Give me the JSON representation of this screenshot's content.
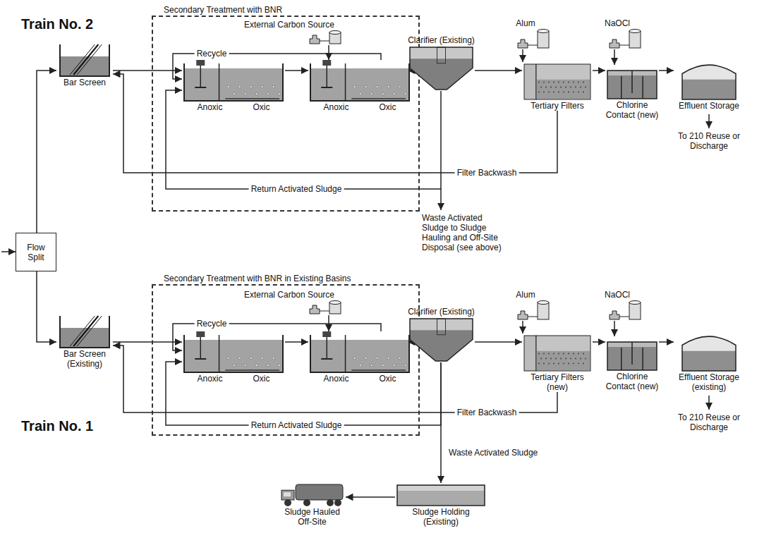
{
  "diagram": {
    "nodes": [
      {
        "text": [
          "Bar Screen"
        ]
      },
      {
        "text": [
          "Secondary Treatment with BNR"
        ]
      },
      {
        "text": [
          "External Carbon Source"
        ],
        "in": 1
      },
      {
        "text": [
          "Anoxic",
          "Oxic"
        ],
        "in": 1
      },
      {
        "text": [
          "Anoxic",
          "Oxic"
        ],
        "in": 1
      },
      {
        "text": [
          "Clarifier (Existing)"
        ]
      },
      {
        "text": [
          "Alum"
        ]
      },
      {
        "text": [
          "Tertiary Filters"
        ]
      },
      {
        "text": [
          "NaOCl"
        ]
      },
      {
        "text": [
          "Chlorine Contact (new)"
        ]
      },
      {
        "text": [
          "Effluent Storage"
        ]
      },
      {
        "text": [
          "Flow Split"
        ]
      },
      {
        "text": [
          "Bar Screen (Existing)"
        ]
      },
      {
        "text": [
          "Secondary Treatment with BNR in Existing Basins"
        ]
      },
      {
        "text": [
          "External Carbon Source"
        ],
        "in": 13
      },
      {
        "text": [
          "Anoxic",
          "Oxic"
        ],
        "in": 13
      },
      {
        "text": [
          "Anoxic",
          "Oxic"
        ],
        "in": 13
      },
      {
        "text": [
          "Clarifier (Existing)"
        ]
      },
      {
        "text": [
          "Alum"
        ]
      },
      {
        "text": [
          "Tertiary Filters (new)"
        ]
      },
      {
        "text": [
          "NaOCl"
        ]
      },
      {
        "text": [
          "Chlorine Contact (new)"
        ]
      },
      {
        "text": [
          "Effluent Storage (existing)"
        ]
      },
      {
        "text": [
          "Sludge Holding (Existing)"
        ]
      },
      {
        "text": [
          "Sludge Hauled Off-Site"
        ]
      }
    ],
    "edges": [
      {
        "from": 11,
        "to": 0,
        "arrow": "to"
      },
      {
        "from": 0,
        "to": 3,
        "arrow": "to"
      },
      {
        "from": 3,
        "to": 4,
        "arrow": "to"
      },
      {
        "from": 2,
        "to": 4,
        "arrow": "to"
      },
      {
        "from": 4,
        "to": 3,
        "label": "Recycle",
        "arrow": "to"
      },
      {
        "from": 4,
        "to": 5,
        "arrow": "to"
      },
      {
        "from": 5,
        "to": 3,
        "label": "Return Activated Sludge",
        "arrow": "to"
      },
      {
        "from": 5,
        "to": 7,
        "arrow": "to"
      },
      {
        "from": 6,
        "to": 7,
        "arrow": "to"
      },
      {
        "from": 7,
        "to": 9,
        "arrow": "to"
      },
      {
        "from": 8,
        "to": 9,
        "arrow": "to"
      },
      {
        "from": 9,
        "to": 10,
        "arrow": "to"
      },
      {
        "from": 7,
        "to": 0,
        "label": "Filter Backwash",
        "arrow": "to"
      },
      {
        "from": 11,
        "to": 12,
        "arrow": "to"
      },
      {
        "from": 12,
        "to": 15,
        "arrow": "to"
      },
      {
        "from": 15,
        "to": 16,
        "arrow": "to"
      },
      {
        "from": 14,
        "to": 16,
        "arrow": "to"
      },
      {
        "from": 16,
        "to": 15,
        "label": "Recycle",
        "arrow": "to"
      },
      {
        "from": 16,
        "to": 17,
        "arrow": "to"
      },
      {
        "from": 17,
        "to": 15,
        "label": "Return Activated Sludge",
        "arrow": "to"
      },
      {
        "from": 17,
        "to": 19,
        "arrow": "to"
      },
      {
        "from": 18,
        "to": 19,
        "arrow": "to"
      },
      {
        "from": 19,
        "to": 21,
        "arrow": "to"
      },
      {
        "from": 20,
        "to": 21,
        "arrow": "to"
      },
      {
        "from": 21,
        "to": 22,
        "arrow": "to"
      },
      {
        "from": 19,
        "to": 12,
        "label": "Filter Backwash",
        "arrow": "to"
      },
      {
        "from": 17,
        "to": 23,
        "label": "Waste Activated Sludge",
        "arrow": "to"
      },
      {
        "from": 23,
        "to": 24,
        "arrow": "to"
      }
    ],
    "labels": [
      "Train No. 2",
      "To 210 Reuse or Discharge",
      "Waste Activated Sludge to Sludge Hauling and Off-Site Disposal (see above)",
      "Train No. 1",
      "To 210 Reuse or Discharge"
    ]
  }
}
